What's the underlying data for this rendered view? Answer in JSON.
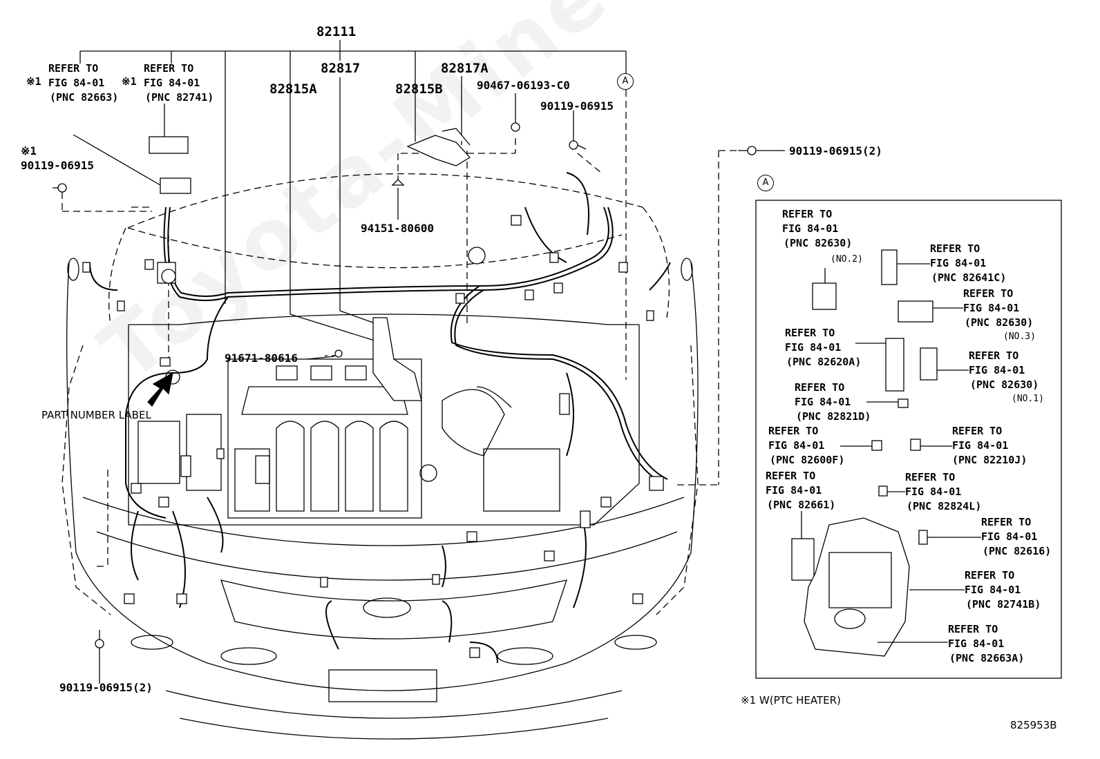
{
  "watermark": "Toyota-Mine.ru",
  "part_numbers": {
    "main": "82111",
    "p82817": "82817",
    "p82817A": "82817A",
    "p82815A": "82815A",
    "p82815B": "82815B",
    "bolt_90467": "90467-06193-C0",
    "bolt_90119_top": "90119-06915",
    "bolt_90119_left": "90119-06915",
    "bolt_90119_right": "90119-06915(2)",
    "bolt_90119_bottom": "90119-06915(2)",
    "clip_94151": "94151-80600",
    "bolt_91671": "91671-80616"
  },
  "marks": {
    "note": "※1",
    "circle_a": "A"
  },
  "refs_left": [
    {
      "l1": "REFER TO",
      "l2": "FIG 84-01",
      "l3": "(PNC 82663)"
    },
    {
      "l1": "REFER TO",
      "l2": "FIG 84-01",
      "l3": "(PNC 82741)"
    }
  ],
  "part_number_label": "PART NUMBER LABEL",
  "detail_refs": [
    {
      "l1": "REFER TO",
      "l2": "FIG 84-01",
      "l3": "(PNC 82630)",
      "sub": "(NO.2)"
    },
    {
      "l1": "REFER TO",
      "l2": "FIG 84-01",
      "l3": "(PNC 82641C)"
    },
    {
      "l1": "REFER TO",
      "l2": "FIG 84-01",
      "l3": "(PNC 82630)",
      "sub": "(NO.3)"
    },
    {
      "l1": "REFER TO",
      "l2": "FIG 84-01",
      "l3": "(PNC 82620A)"
    },
    {
      "l1": "REFER TO",
      "l2": "FIG 84-01",
      "l3": "(PNC 82630)",
      "sub": "(NO.1)"
    },
    {
      "l1": "REFER TO",
      "l2": "FIG 84-01",
      "l3": "(PNC 82821D)"
    },
    {
      "l1": "REFER TO",
      "l2": "FIG 84-01",
      "l3": "(PNC 82600F)"
    },
    {
      "l1": "REFER TO",
      "l2": "FIG 84-01",
      "l3": "(PNC 82210J)"
    },
    {
      "l1": "REFER TO",
      "l2": "FIG 84-01",
      "l3": "(PNC 82661)"
    },
    {
      "l1": "REFER TO",
      "l2": "FIG 84-01",
      "l3": "(PNC 82824L)"
    },
    {
      "l1": "REFER TO",
      "l2": "FIG 84-01",
      "l3": "(PNC 82616)"
    },
    {
      "l1": "REFER TO",
      "l2": "FIG 84-01",
      "l3": "(PNC 82741B)"
    },
    {
      "l1": "REFER TO",
      "l2": "FIG 84-01",
      "l3": "(PNC 82663A)"
    }
  ],
  "footnote": "※1 W(PTC HEATER)",
  "figure_id": "825953B"
}
